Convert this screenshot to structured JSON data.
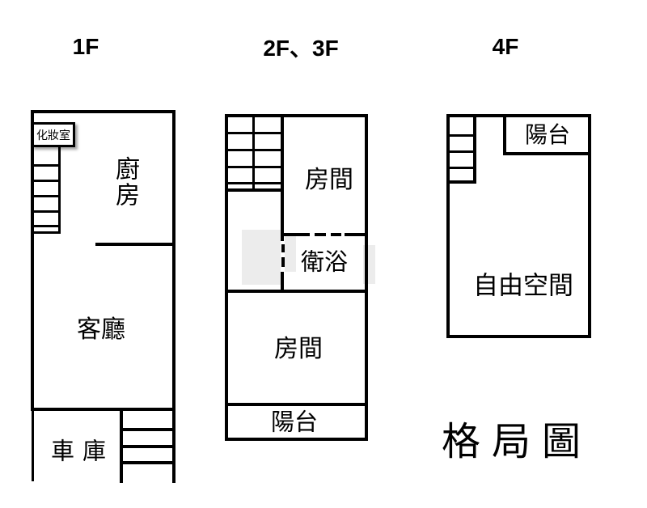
{
  "headings": {
    "f1": "1F",
    "f2f3": "2F、3F",
    "f4": "4F"
  },
  "rooms": {
    "powder_room": "化妝室",
    "kitchen": "廚\n房",
    "living_room": "客廳",
    "garage": "車庫",
    "room_upper": "房間",
    "bathroom": "衛浴",
    "room_lower": "房間",
    "balcony_2f": "陽台",
    "balcony_4f": "陽台",
    "free_space": "自由空間"
  },
  "title": "格局圖",
  "colors": {
    "wall": "#000000",
    "background": "#ffffff",
    "label_box_shadow": "#a5a5a5",
    "watermark": "#ececec"
  }
}
